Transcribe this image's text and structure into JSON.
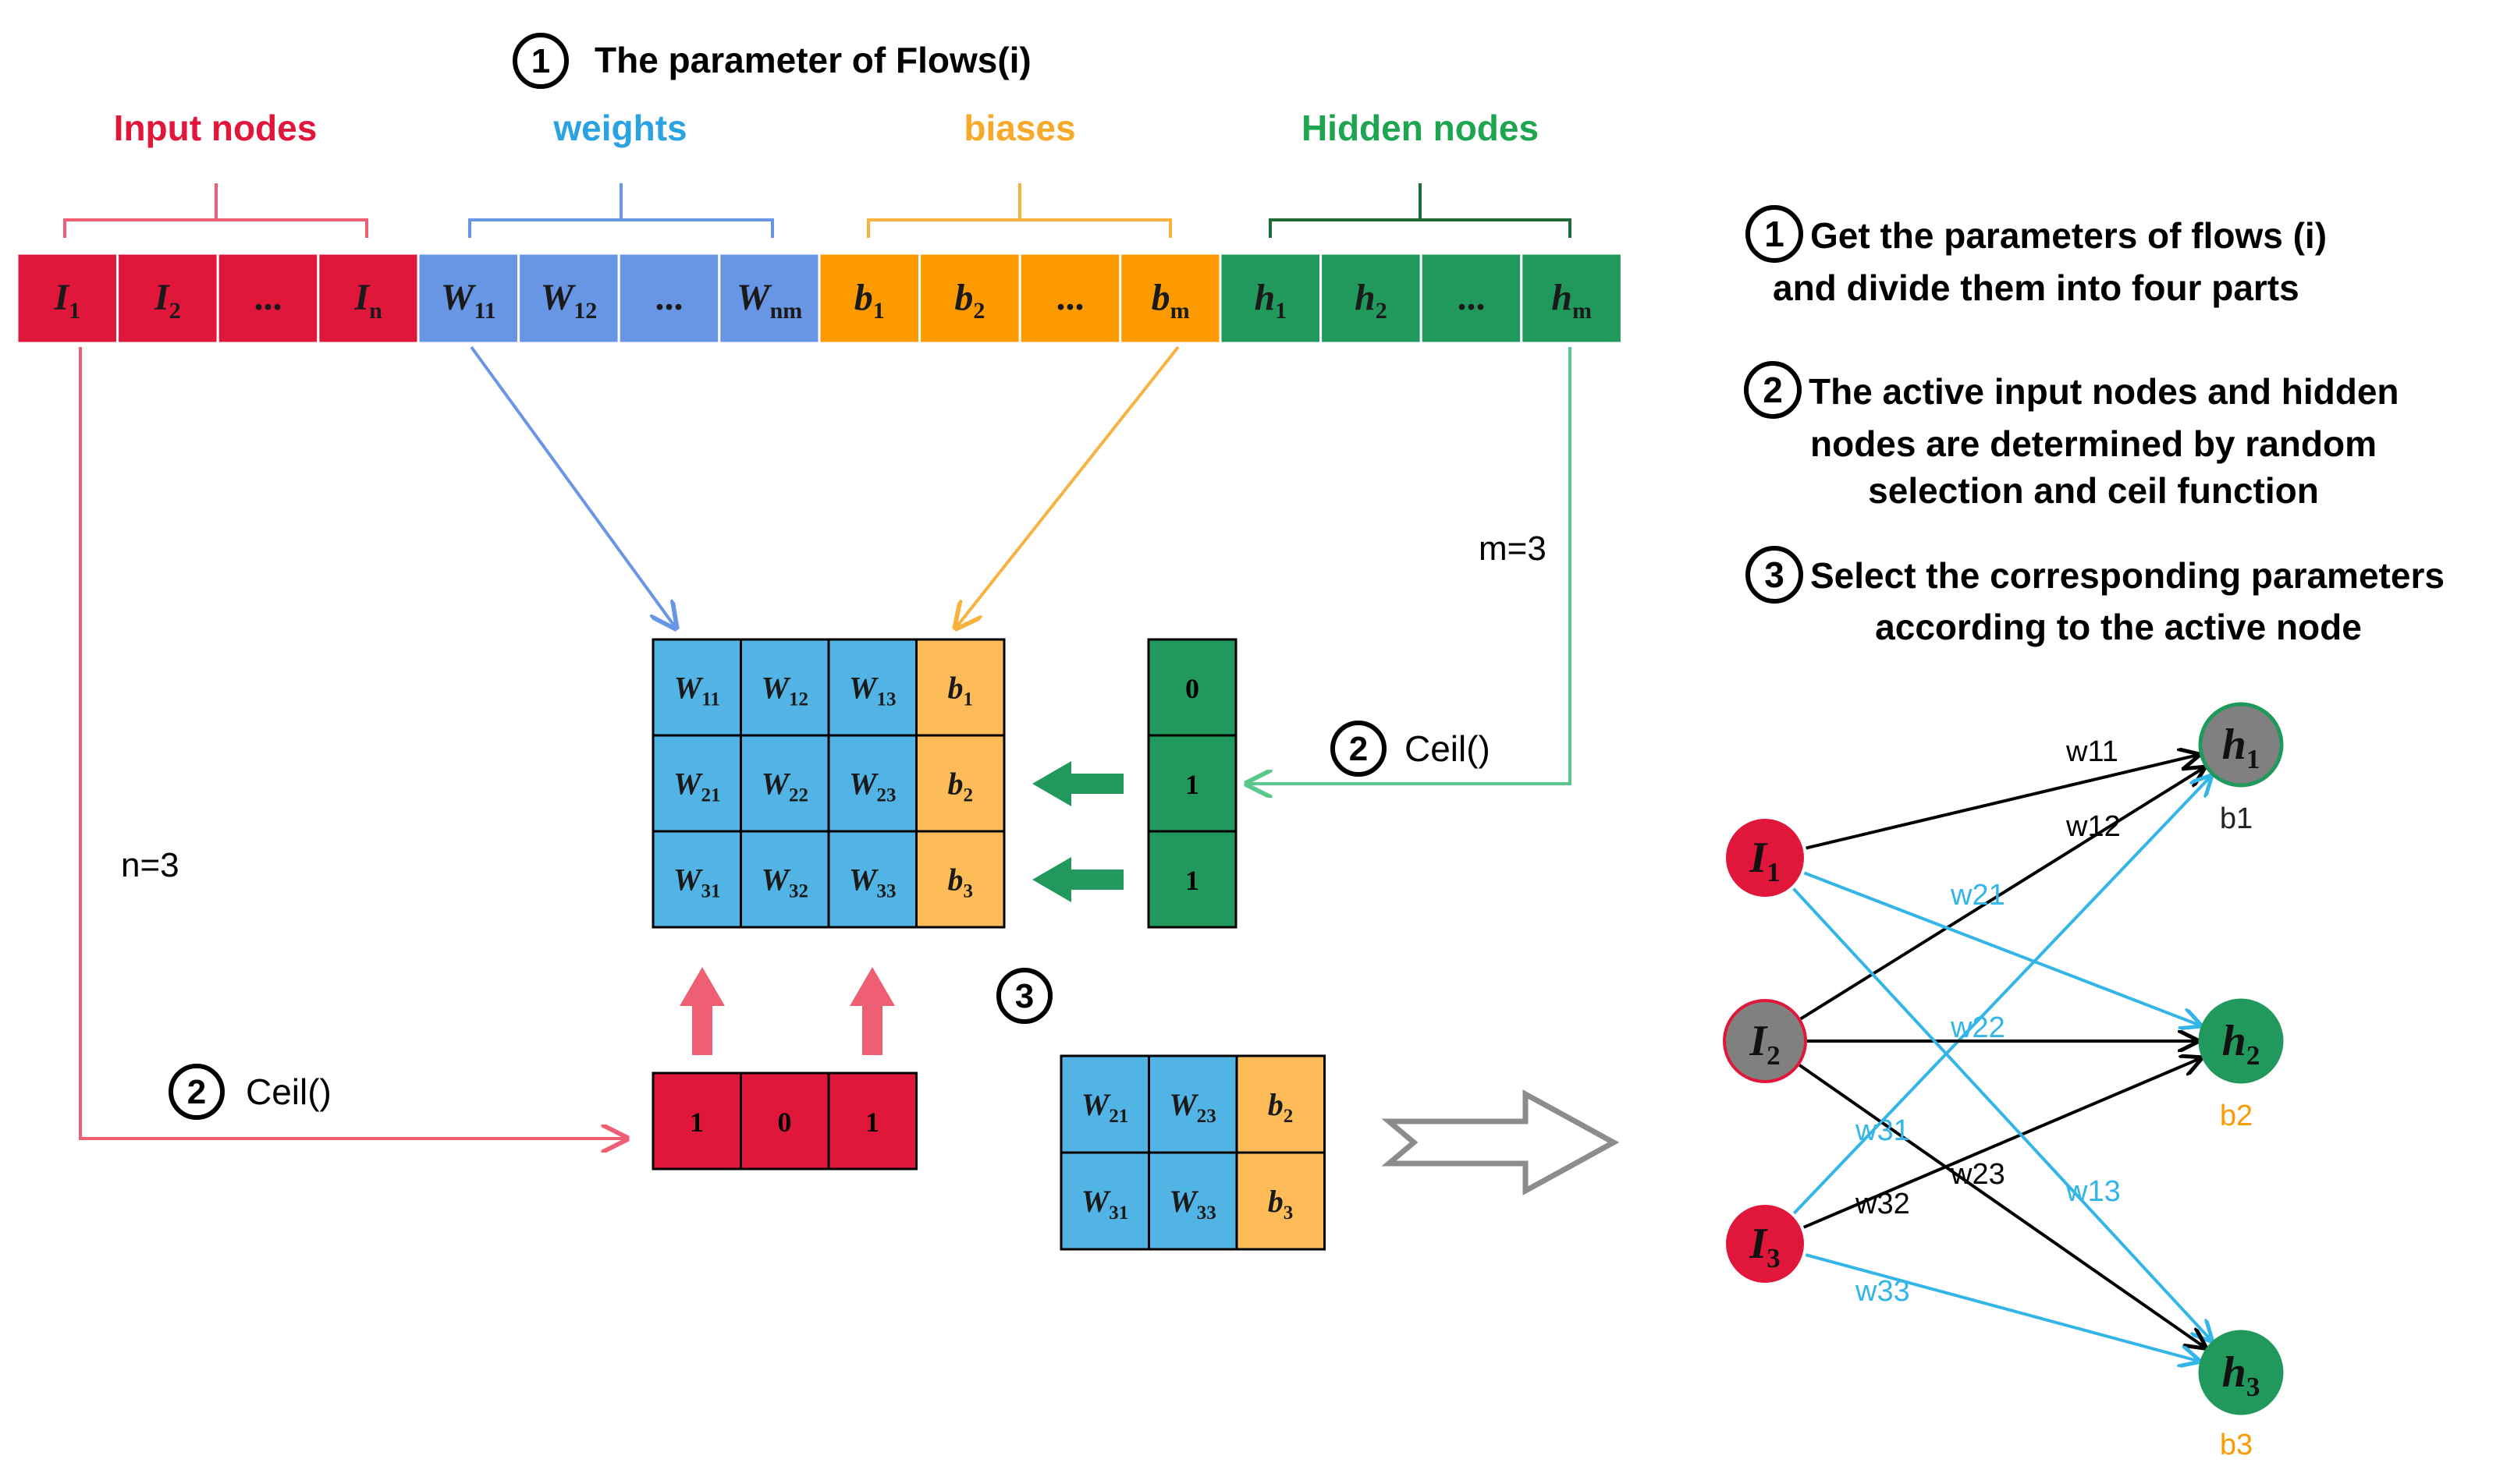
{
  "colors": {
    "input": "#E0173A",
    "input_label": "#E0173A",
    "input_brace": "#EE5F74",
    "weight": "#6896E4",
    "weight_label": "#2BA3E2",
    "weight_cell": "#52B4E5",
    "bias": "#FC9A00",
    "bias_label": "#F9A92A",
    "bias_cell": "#FDBC57",
    "hidden": "#22995C",
    "hidden_label": "#1EA550",
    "hidden_dark": "#1E6B34",
    "hidden_line": "#59C88A",
    "node_gray": "#808080",
    "edge_blue": "#33B5E8",
    "edge_black": "#000000",
    "grey_arrow": "#8C8C8C"
  },
  "header": {
    "step_num": "1",
    "title": "The parameter of Flows(i)"
  },
  "groups": {
    "input": "Input nodes",
    "weights": "weights",
    "biases": "biases",
    "hidden": "Hidden nodes"
  },
  "param_row": {
    "input": [
      {
        "base": "I",
        "sub": "1"
      },
      {
        "base": "I",
        "sub": "2"
      },
      {
        "base": "...",
        "sub": ""
      },
      {
        "base": "I",
        "sub": "n"
      }
    ],
    "weights": [
      {
        "base": "W",
        "sub": "11"
      },
      {
        "base": "W",
        "sub": "12"
      },
      {
        "base": "...",
        "sub": ""
      },
      {
        "base": "W",
        "sub": "nm"
      }
    ],
    "biases": [
      {
        "base": "b",
        "sub": "1"
      },
      {
        "base": "b",
        "sub": "2"
      },
      {
        "base": "...",
        "sub": ""
      },
      {
        "base": "b",
        "sub": "m"
      }
    ],
    "hidden": [
      {
        "base": "h",
        "sub": "1"
      },
      {
        "base": "h",
        "sub": "2"
      },
      {
        "base": "...",
        "sub": ""
      },
      {
        "base": "h",
        "sub": "m"
      }
    ]
  },
  "labels": {
    "m_eq": "m=3",
    "n_eq": "n=3",
    "ceil_right": "Ceil()",
    "ceil_left": "Ceil()",
    "step2_num": "2",
    "step3_num": "3"
  },
  "matrix": {
    "rows": [
      [
        {
          "base": "W",
          "sub": "11"
        },
        {
          "base": "W",
          "sub": "12"
        },
        {
          "base": "W",
          "sub": "13"
        },
        {
          "base": "b",
          "sub": "1"
        }
      ],
      [
        {
          "base": "W",
          "sub": "21"
        },
        {
          "base": "W",
          "sub": "22"
        },
        {
          "base": "W",
          "sub": "23"
        },
        {
          "base": "b",
          "sub": "2"
        }
      ],
      [
        {
          "base": "W",
          "sub": "31"
        },
        {
          "base": "W",
          "sub": "32"
        },
        {
          "base": "W",
          "sub": "33"
        },
        {
          "base": "b",
          "sub": "3"
        }
      ]
    ]
  },
  "hidden_mask": [
    "0",
    "1",
    "1"
  ],
  "input_mask": [
    "1",
    "0",
    "1"
  ],
  "selected": {
    "rows": [
      [
        {
          "base": "W",
          "sub": "21"
        },
        {
          "base": "W",
          "sub": "23"
        },
        {
          "base": "b",
          "sub": "2"
        }
      ],
      [
        {
          "base": "W",
          "sub": "31"
        },
        {
          "base": "W",
          "sub": "33"
        },
        {
          "base": "b",
          "sub": "3"
        }
      ]
    ]
  },
  "instructions": [
    {
      "num": "1",
      "lines": [
        "Get the parameters of flows (i)",
        "and divide them into four parts"
      ]
    },
    {
      "num": "2",
      "lines": [
        "The active input nodes and hidden",
        "nodes are determined by random",
        "selection and ceil function"
      ]
    },
    {
      "num": "3",
      "lines": [
        "Select the corresponding parameters",
        "according to the active node"
      ]
    }
  ],
  "network": {
    "inputs": [
      {
        "base": "I",
        "sub": "1",
        "active": true
      },
      {
        "base": "I",
        "sub": "2",
        "active": false
      },
      {
        "base": "I",
        "sub": "3",
        "active": true
      }
    ],
    "hiddens": [
      {
        "base": "h",
        "sub": "1",
        "active": false,
        "bias": "b1",
        "bias_color": "#222222"
      },
      {
        "base": "h",
        "sub": "2",
        "active": true,
        "bias": "b2",
        "bias_color": "#FC9A00"
      },
      {
        "base": "h",
        "sub": "3",
        "active": true,
        "bias": "b3",
        "bias_color": "#FC9A00"
      }
    ],
    "edges": [
      {
        "from": 0,
        "to": 0,
        "label": "w11",
        "color": "black"
      },
      {
        "from": 1,
        "to": 0,
        "label": "w12",
        "color": "black"
      },
      {
        "from": 2,
        "to": 0,
        "label": "w21",
        "color": "blue"
      },
      {
        "from": 0,
        "to": 1,
        "label": "w22",
        "color": "blue"
      },
      {
        "from": 1,
        "to": 1,
        "label": "",
        "color": "black"
      },
      {
        "from": 2,
        "to": 1,
        "label": "w23",
        "color": "black"
      },
      {
        "from": 0,
        "to": 2,
        "label": "w13",
        "color": "blue"
      },
      {
        "from": 1,
        "to": 2,
        "label": "w32",
        "color": "black"
      },
      {
        "from": 2,
        "to": 2,
        "label": "w33",
        "color": "blue"
      }
    ],
    "extra_labels": [
      {
        "text": "w31",
        "color": "blue"
      }
    ]
  }
}
